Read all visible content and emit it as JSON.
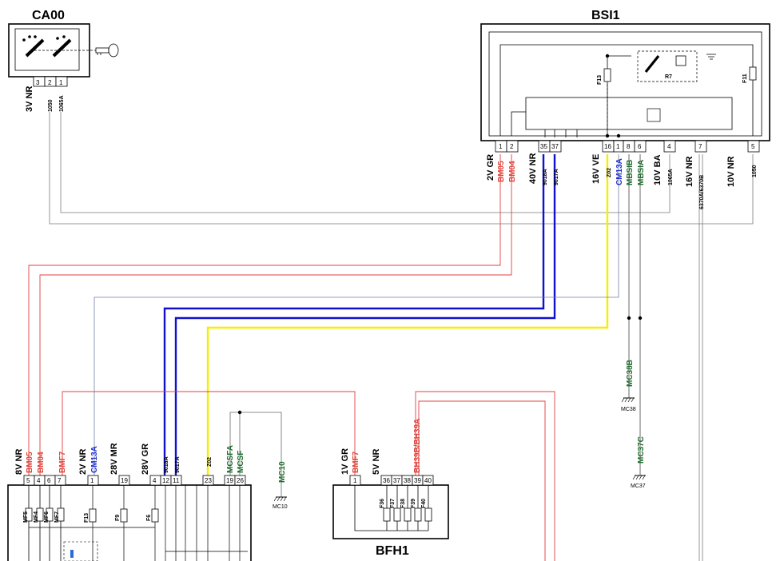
{
  "components": {
    "ca00": {
      "title": "CA00",
      "pins": [
        "3",
        "2",
        "1"
      ],
      "connector": "3V NR",
      "wires": [
        "1050",
        "1065A"
      ]
    },
    "bsi1": {
      "title": "BSI1",
      "pins": [
        "1",
        "2",
        "35",
        "37",
        "16",
        "1",
        "8",
        "6",
        "4",
        "7",
        "5"
      ],
      "connectors": [
        "2V GR",
        "40V NR",
        "16V VE",
        "10V BA",
        "16V NR",
        "10V NR"
      ],
      "wires": [
        "BM05",
        "BM04",
        "9018A",
        "9017A",
        "Z02",
        "CM13A",
        "MBSIB",
        "MBSIA",
        "1065A",
        "6370A/6370B",
        "1050"
      ],
      "fuses": [
        "F13",
        "F11"
      ],
      "relay": "R7"
    },
    "bottom_left": {
      "pins": [
        "5",
        "4",
        "6",
        "7",
        "1",
        "19",
        "4",
        "12",
        "11",
        "23",
        "19",
        "26"
      ],
      "connectors": [
        "8V NR",
        "2V NR",
        "28V MR",
        "28V GR"
      ],
      "wires": [
        "BM05",
        "BM04",
        "BMF7",
        "CM13A",
        "9018A",
        "9017A",
        "Z02",
        "MCSFA",
        "MCSF",
        "MC10"
      ],
      "fuses": [
        "MF5",
        "MF4",
        "MF6",
        "MF7",
        "F13",
        "F9",
        "F6"
      ]
    },
    "bfh1": {
      "title": "BFH1",
      "pins": [
        "1",
        "36",
        "37",
        "38",
        "39",
        "40"
      ],
      "connectors": [
        "1V GR",
        "5V NR"
      ],
      "wires": [
        "BMF7",
        "BH39B/BH39A"
      ],
      "fuses": [
        "F36",
        "F37",
        "F38",
        "F39",
        "F40"
      ]
    }
  },
  "ground_points": [
    "MC38",
    "MC37",
    "MC10"
  ],
  "ground_labels": [
    "MC38B",
    "MC37C"
  ],
  "colors": {
    "red": "#e0443c",
    "blue": "#1f2fd0",
    "yellow": "#f5ee00",
    "grey": "#888888",
    "green": "#1e6b2e",
    "wire_red": "#e04040",
    "wire_blue": "#1111cc",
    "wire_grey": "#7a7a7a"
  }
}
